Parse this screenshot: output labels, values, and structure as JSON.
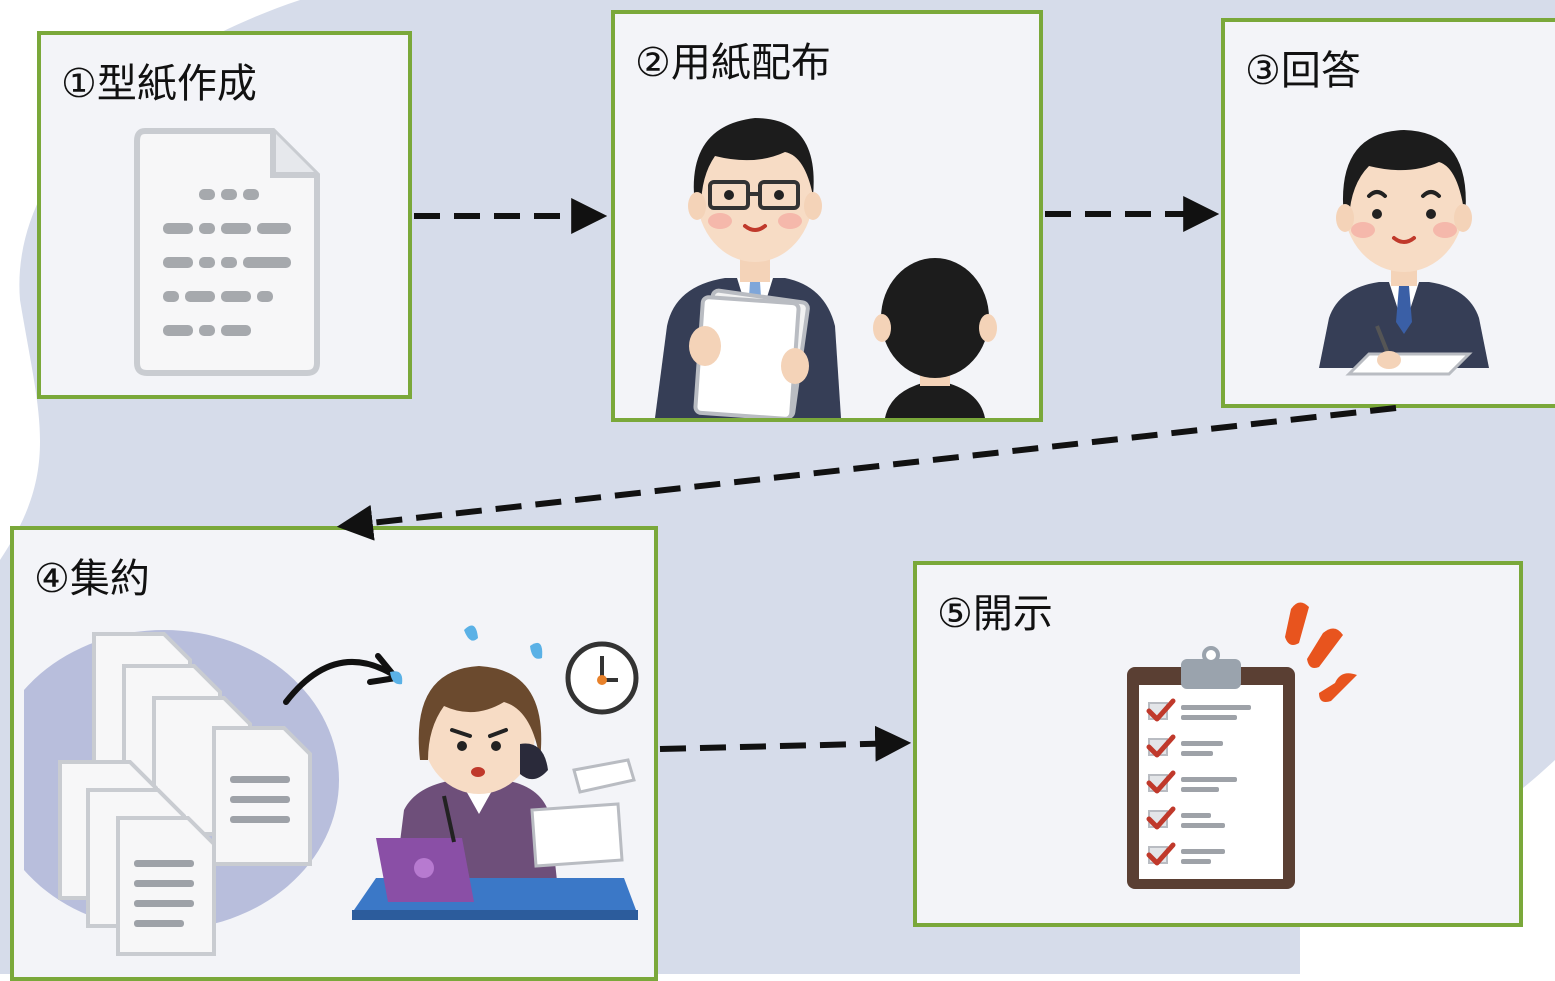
{
  "steps": [
    {
      "id": "template",
      "title": "①型紙作成",
      "icon": "document-icon"
    },
    {
      "id": "distribute",
      "title": "②用紙配布",
      "icon": "businessman-handing-paper-icon"
    },
    {
      "id": "answer",
      "title": "③回答",
      "icon": "businessman-writing-icon"
    },
    {
      "id": "collect",
      "title": "④集約",
      "icon": "busy-office-worker-icon"
    },
    {
      "id": "disclose",
      "title": "⑤開示",
      "icon": "clipboard-checklist-icon"
    }
  ],
  "colors": {
    "box_border": "#7aa83a",
    "box_fill": "#f3f4f8",
    "background_blob": "#d6dcea",
    "arrow": "#111111",
    "check_mark": "#c0392b",
    "accent_orange": "#e8541e"
  }
}
